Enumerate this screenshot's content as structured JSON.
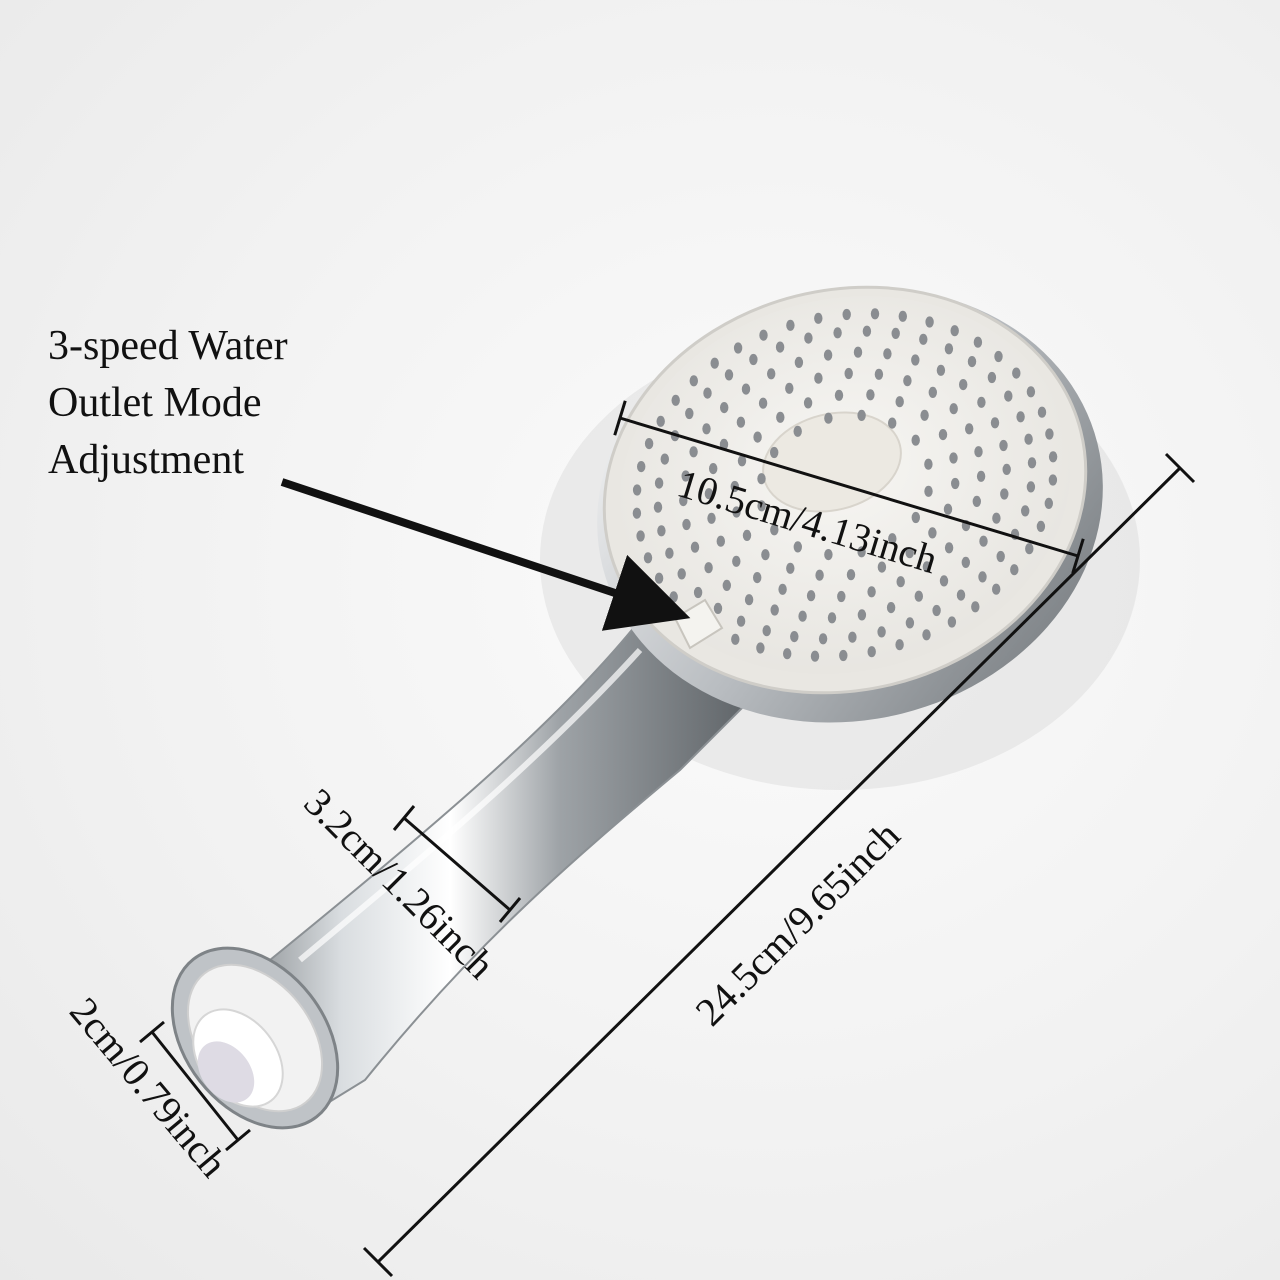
{
  "callout": {
    "line1": "3-speed Water",
    "line2": "Outlet Mode",
    "line3": "Adjustment"
  },
  "dimensions": {
    "head_diameter": "10.5cm/4.13inch",
    "overall_length": "24.5cm/9.65inch",
    "handle_width": "3.2cm/1.26inch",
    "connector_diameter": "2cm/0.79inch"
  },
  "colors": {
    "chrome_dark": "#7d8286",
    "chrome_light": "#f4f6f8",
    "face_white": "#f3f2ef",
    "nozzle_gray": "#8a8d91",
    "line": "#111111"
  }
}
